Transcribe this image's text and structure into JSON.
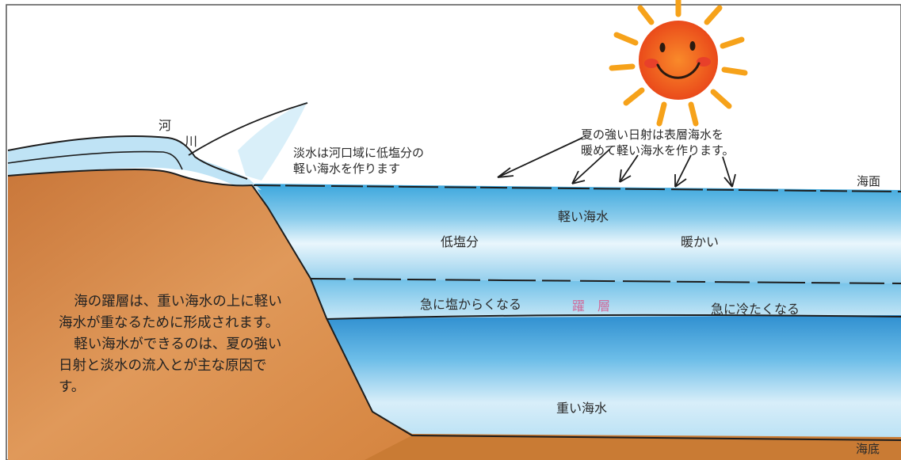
{
  "labels": {
    "river_1": "河",
    "river_2": "川",
    "fresh_water_note": [
      "淡水は河口域に低塩分の",
      "軽い海水を作ります"
    ],
    "sun_note": [
      "夏の強い日射は表層海水を",
      "暖めて軽い海水を作ります。"
    ],
    "sea_surface": "海面",
    "light_water": "軽い海水",
    "low_salinity": "低塩分",
    "warm": "暖かい",
    "salt_rise": "急に塩からくなる",
    "pycnocline": "躍　層",
    "cools": "急に冷たくなる",
    "heavy_water": "重い海水",
    "seabed": "海底"
  },
  "explanation": {
    "paragraph_1": "海の躍層は、重い海水の上に軽い海水が重なるために形成されます。",
    "paragraph_2": "軽い海水ができるのは、夏の強い日射と淡水の流入とが主な原因です。"
  },
  "colors": {
    "sky": "#ffffff",
    "upper_water": "#4fb0e0",
    "upper_water_pale": "#cfeaf7",
    "lower_water": "#3a9fd8",
    "land": "#d9894a",
    "land_dark": "#c06f2c",
    "sun": "#f2641e",
    "sun_rays": "#f6a21a",
    "pycnocline_label": "#d06a9a"
  },
  "icons": {
    "sun": "smiling-sun-icon"
  }
}
